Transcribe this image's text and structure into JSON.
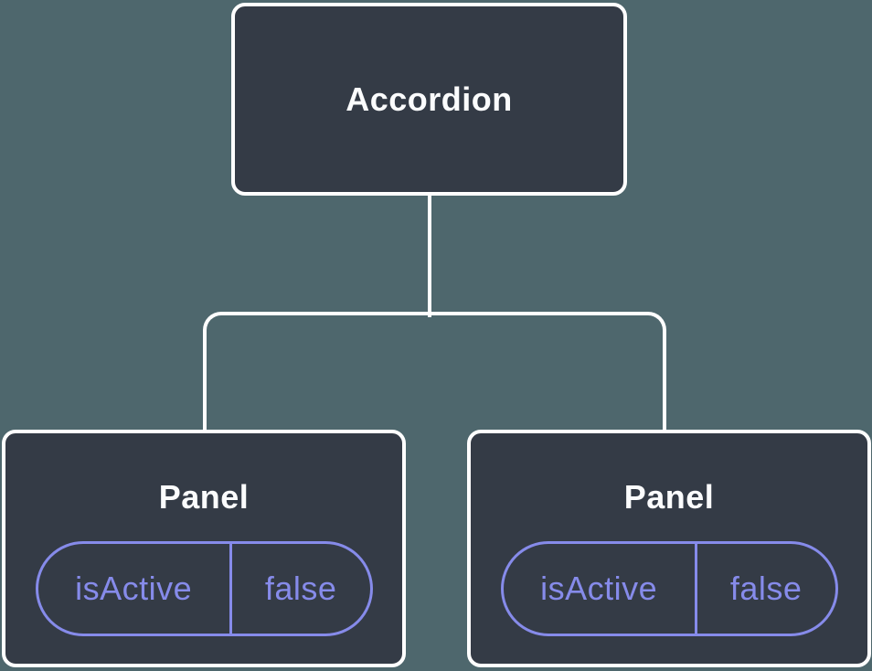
{
  "diagram": {
    "type": "component-tree",
    "colors": {
      "background": "#4e676d",
      "node_fill": "#343b46",
      "connector": "#ffffff",
      "node_border": "#ffffff",
      "title_text": "#fbfcfd",
      "state_accent": "#868bea"
    },
    "root": {
      "label": "Accordion"
    },
    "children": [
      {
        "label": "Panel",
        "state": {
          "key": "isActive",
          "value": "false"
        }
      },
      {
        "label": "Panel",
        "state": {
          "key": "isActive",
          "value": "false"
        }
      }
    ]
  }
}
